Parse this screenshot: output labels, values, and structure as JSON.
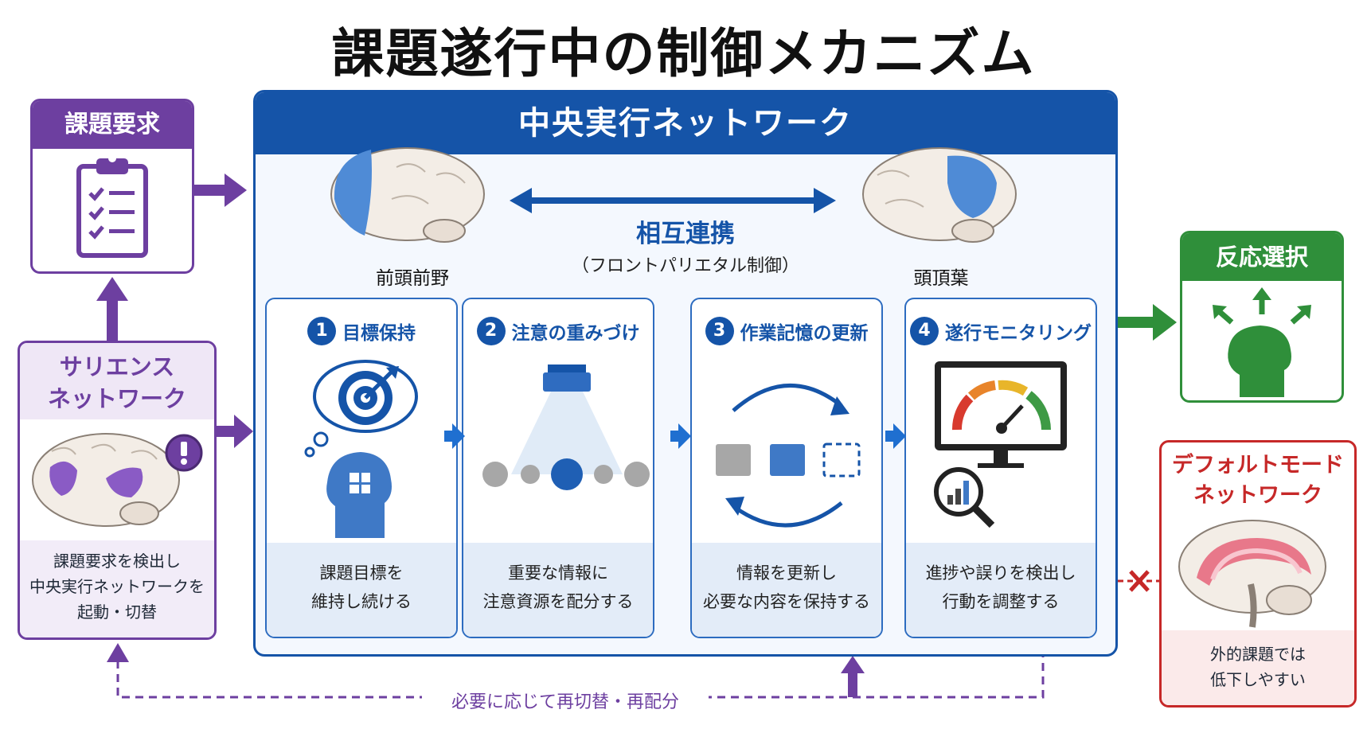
{
  "title": "課題遂行中の制御メカニズム",
  "task_demand": {
    "title": "課題要求"
  },
  "salience": {
    "title_line1": "サリエンス",
    "title_line2": "ネットワーク",
    "desc": [
      "課題要求を検出し",
      "中央実行ネットワークを",
      "起動・切替"
    ]
  },
  "central": {
    "title": "中央実行ネットワーク",
    "frontal_label": "前頭前野",
    "parietal_label": "頭頂葉",
    "collab_label": "相互連携",
    "collab_sub": "（フロントパリエタル制御）",
    "steps": [
      {
        "num": "1",
        "title": "目標保持",
        "desc": [
          "課題目標を",
          "維持し続ける"
        ]
      },
      {
        "num": "2",
        "title": "注意の重みづけ",
        "desc": [
          "重要な情報に",
          "注意資源を配分する"
        ]
      },
      {
        "num": "3",
        "title": "作業記憶の更新",
        "desc": [
          "情報を更新し",
          "必要な内容を保持する"
        ]
      },
      {
        "num": "4",
        "title": "遂行モニタリング",
        "desc": [
          "進捗や誤りを検出し",
          "行動を調整する"
        ]
      }
    ]
  },
  "response": {
    "title": "反応選択"
  },
  "default_mode": {
    "title_line1": "デフォルトモード",
    "title_line2": "ネットワーク",
    "desc": [
      "外的課題では",
      "低下しやすい"
    ]
  },
  "loop_label": "必要に応じて再切替・再配分",
  "colors": {
    "purple": "#6d3fa0",
    "blue": "#1554a8",
    "green": "#2f8f3a",
    "red": "#c62828"
  }
}
